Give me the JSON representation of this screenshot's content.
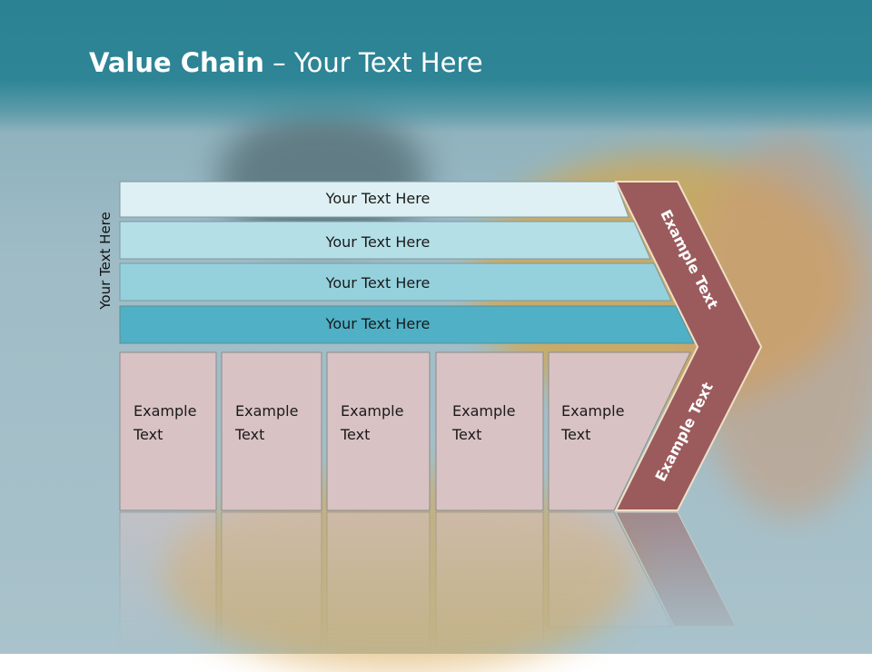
{
  "slide": {
    "title_bold": "Value Chain",
    "title_rest": " – Your Text Here",
    "vertical_label": "Your Text Here"
  },
  "support_activities": [
    "Your Text Here",
    "Your Text Here",
    "Your Text Here",
    "Your Text Here"
  ],
  "primary_activities": [
    {
      "line1": "Example",
      "line2": "Text"
    },
    {
      "line1": "Example",
      "line2": "Text"
    },
    {
      "line1": "Example",
      "line2": "Text"
    },
    {
      "line1": "Example",
      "line2": "Text"
    },
    {
      "line1": "Example",
      "line2": "Text"
    }
  ],
  "margin": {
    "upper_label": "Example Text",
    "lower_label": "Example Text"
  },
  "colors": {
    "header": "#2b8293",
    "bar1": "#def0f4",
    "bar2": "#b5dfe7",
    "bar3": "#94d1dd",
    "bar4": "#4fb0c6",
    "activity_box": "#d8c2c3",
    "margin_arrow": "#9b5b5c"
  }
}
